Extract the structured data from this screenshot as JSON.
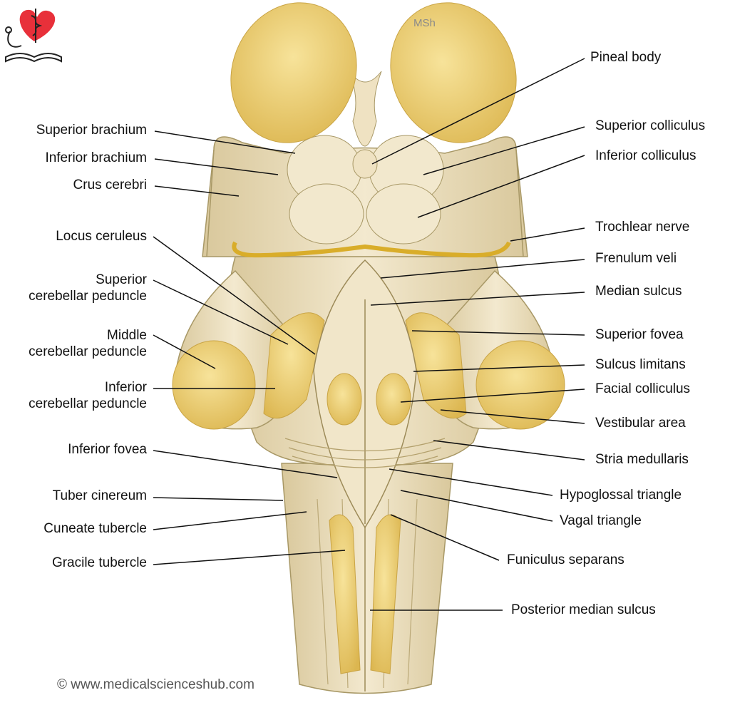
{
  "labels_left": [
    {
      "id": "superior-brachium",
      "text": "Superior brachium"
    },
    {
      "id": "inferior-brachium",
      "text": "Inferior brachium"
    },
    {
      "id": "crus-cerebri",
      "text": "Crus cerebri"
    },
    {
      "id": "locus-ceruleus",
      "text": "Locus ceruleus"
    },
    {
      "id": "superior-cerebellar-peduncle",
      "text": "Superior\ncerebellar peduncle"
    },
    {
      "id": "middle-cerebellar-peduncle",
      "text": "Middle\ncerebellar peduncle"
    },
    {
      "id": "inferior-cerebellar-peduncle",
      "text": "Inferior\ncerebellar peduncle"
    },
    {
      "id": "inferior-fovea",
      "text": "Inferior fovea"
    },
    {
      "id": "tuber-cinereum",
      "text": "Tuber cinereum"
    },
    {
      "id": "cuneate-tubercle",
      "text": "Cuneate tubercle"
    },
    {
      "id": "gracile-tubercle",
      "text": "Gracile tubercle"
    }
  ],
  "labels_right": [
    {
      "id": "pineal-body",
      "text": "Pineal body"
    },
    {
      "id": "superior-colliculus",
      "text": "Superior colliculus"
    },
    {
      "id": "inferior-colliculus",
      "text": "Inferior colliculus"
    },
    {
      "id": "trochlear-nerve",
      "text": "Trochlear nerve"
    },
    {
      "id": "frenulum-veli",
      "text": "Frenulum veli"
    },
    {
      "id": "median-sulcus",
      "text": "Median sulcus"
    },
    {
      "id": "superior-fovea",
      "text": "Superior fovea"
    },
    {
      "id": "sulcus-limitans",
      "text": "Sulcus limitans"
    },
    {
      "id": "facial-colliculus",
      "text": "Facial colliculus"
    },
    {
      "id": "vestibular-area",
      "text": "Vestibular area"
    },
    {
      "id": "stria-medullaris",
      "text": "Stria medullaris"
    },
    {
      "id": "hypoglossal-triangle",
      "text": "Hypoglossal triangle"
    },
    {
      "id": "vagal-triangle",
      "text": "Vagal triangle"
    },
    {
      "id": "funiculus-separans",
      "text": "Funiculus separans"
    },
    {
      "id": "posterior-median-sulcus",
      "text": "Posterior median sulcus"
    }
  ],
  "watermark": "MSh",
  "copyright": "© www.medicalscienceshub.com",
  "colors": {
    "tissue": "#efe3c4",
    "tissue_dark": "#d7c596",
    "yellow": "#f0d77a",
    "yellow_dark": "#d9b84a",
    "nerve": "#e8c23a"
  }
}
